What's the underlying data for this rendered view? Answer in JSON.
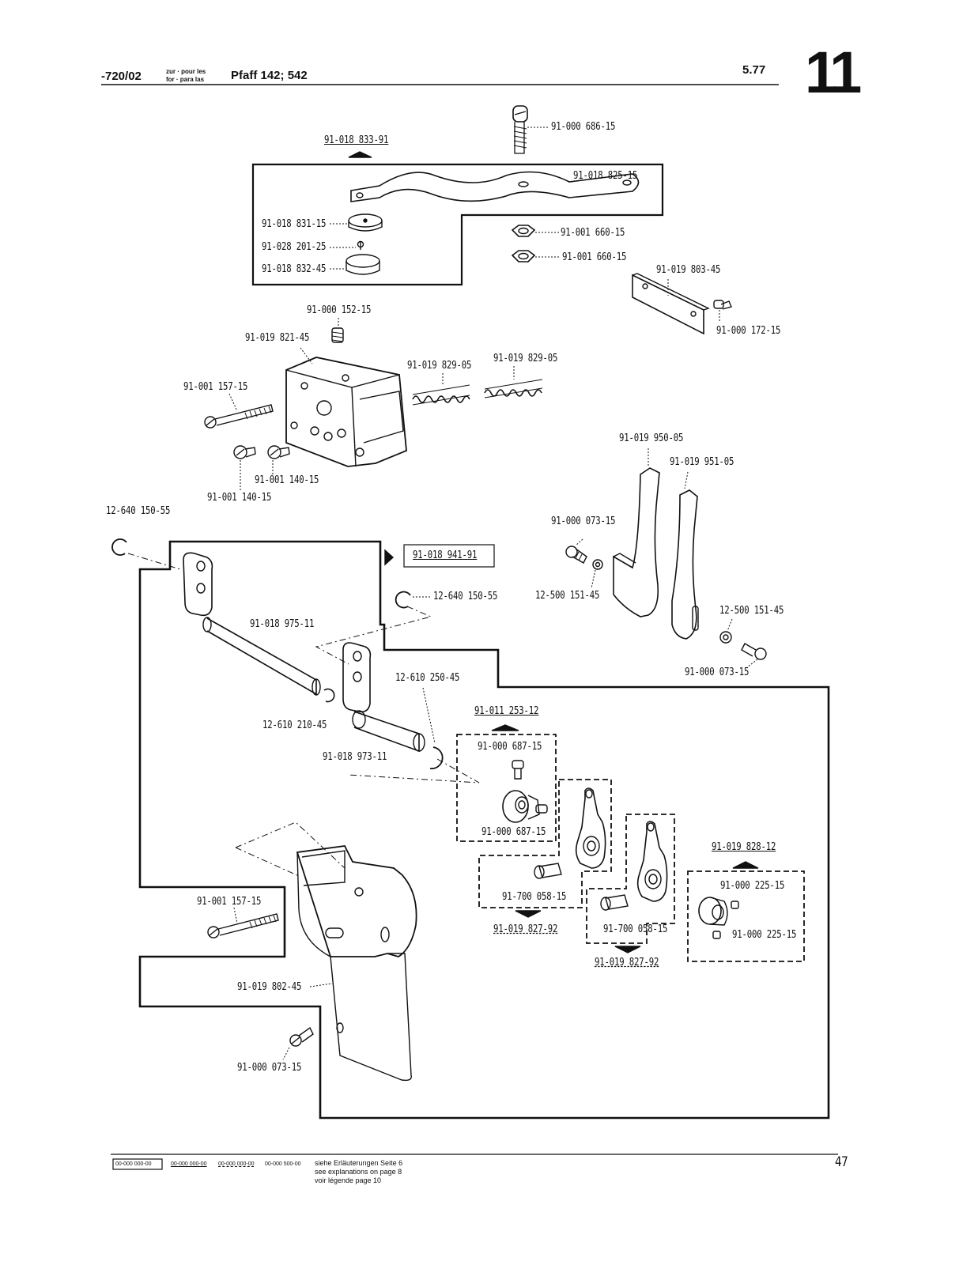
{
  "header": {
    "code": "-720/02",
    "prep_line1": "zur · pour les",
    "prep_line2": "for · para las",
    "title": "Pfaff 142; 542",
    "date": "5.77",
    "chapter": "11"
  },
  "labels": {
    "screw_top": "91-000 686-15",
    "assembly_top": "91-018 833-91",
    "lever_top": "91-018 825-15",
    "disc_a": "91-018 831-15",
    "pin_a": "91-028 201-25",
    "disc_b": "91-018 832-45",
    "nut_a": "91-001 660-15",
    "nut_b": "91-001 660-15",
    "plate_a": "91-019 803-45",
    "screw_plate": "91-000 172-15",
    "setscrew": "91-000 152-15",
    "block": "91-019 821-45",
    "spring_a": "91-019 829-05",
    "spring_b": "91-019 829-05",
    "long_screw_a": "91-001 157-15",
    "screw_c1": "91-001 140-15",
    "screw_c2": "91-001 140-15",
    "guide_a": "91-019 950-05",
    "guide_b": "91-019 951-05",
    "ring_a": "12-640 150-55",
    "assembly_mid": "91-018 941-91",
    "screw_g": "91-000 073-15",
    "washer_g": "12-500 151-45",
    "ring_b": "12-640 150-55",
    "washer_h": "12-500 151-45",
    "screw_h": "91-000 073-15",
    "shaft_a": "91-018 975-11",
    "ring_c": "12-610 250-45",
    "ring_d": "12-610 210-45",
    "shaft_b": "91-018 973-11",
    "collar_assy": "91-011 253-12",
    "collar_screw_a": "91-000 687-15",
    "collar_screw_b": "91-000 687-15",
    "knife_assy_right": "91-019 828-12",
    "knife_screw_a": "91-000 225-15",
    "knife_screw_b": "91-000 225-15",
    "long_screw_b": "91-001 157-15",
    "lever_screw_a": "91-700 058-15",
    "lever_assy_a": "91-019 827-92",
    "lever_screw_b": "91-700 058-15",
    "lever_assy_b": "91-019 827-92",
    "bracket": "91-019 802-45",
    "bracket_screw": "91-000 073-15"
  },
  "footer": {
    "legend_codes": [
      "00-000 000-00",
      "00-000 000-00",
      "00-000 000-00",
      "00-000 500-00"
    ],
    "notes": [
      "siehe Erläuterungen Seite 6",
      "see explanations on page 8",
      "voir légende page 10"
    ],
    "page_number": "47"
  }
}
